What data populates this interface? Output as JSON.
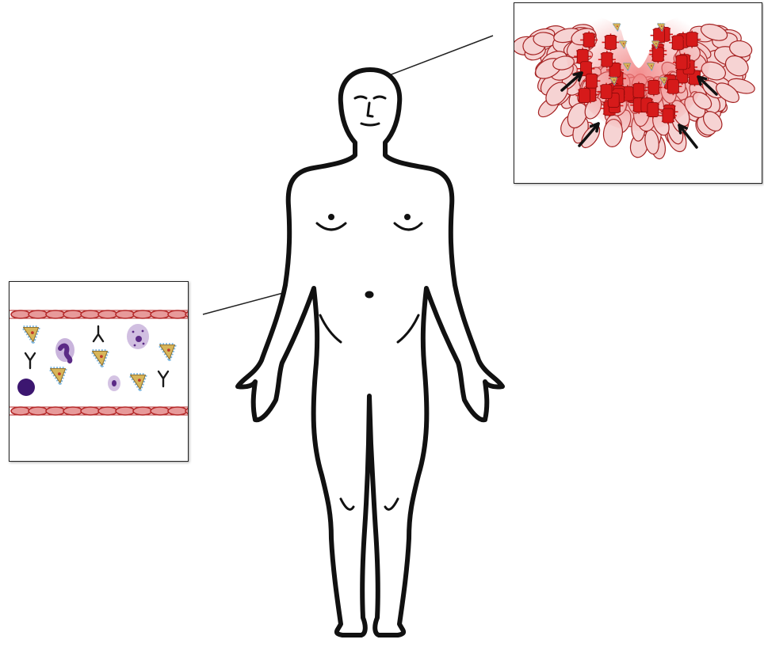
{
  "figure": {
    "subject": "human-body-outline",
    "insets": [
      {
        "id": "brain-inset",
        "depicts": "brain-lesion-with-infiltrating-cells"
      },
      {
        "id": "blood-inset",
        "depicts": "blood-vessel-with-circulating-cells-and-antibodies"
      }
    ]
  },
  "colors": {
    "outline": "#111111",
    "vessel_wall": "#b52a2a",
    "vessel_wall_light": "#e79a9a",
    "lesion_red": "#d61a1a",
    "lesion_glow": "#f07a7a",
    "tissue_cell_fill": "#f6d3d3",
    "tissue_cell_stroke": "#a52222",
    "immune_cell_fill": "#d8b65a",
    "immune_cell_halo": "#7fb8e0",
    "leukocyte_fill": "#c9b4dc",
    "leukocyte_nucleus": "#5b2a86",
    "lymphocyte": "#3c1670",
    "antibody": "#1a1a1a",
    "arrow": "#111111"
  },
  "icons": [
    "antibody-icon",
    "arrow-icon",
    "immune-cell-icon",
    "lymphocyte-icon",
    "neutrophil-icon"
  ]
}
